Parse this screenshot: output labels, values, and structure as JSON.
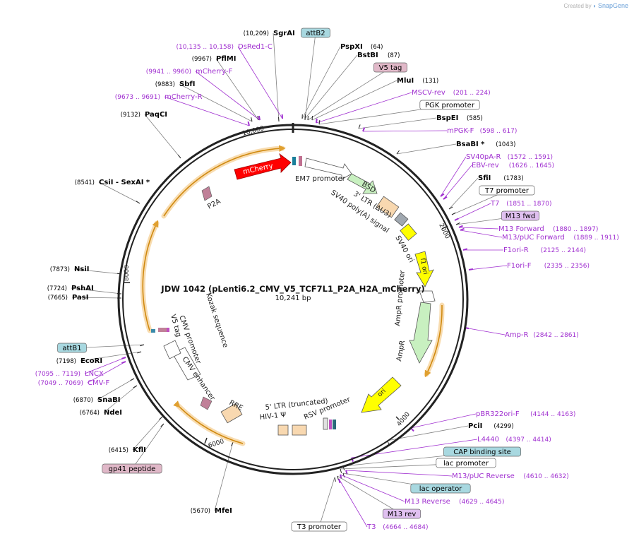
{
  "app": {
    "created_by": "Created by",
    "brand": "SnapGene"
  },
  "plasmid": {
    "name": "JDW 1042 (pLenti6.2_CMV_V5_TCF7L1_P2A_H2A_mCherry)",
    "size": "10,241 bp"
  },
  "colors": {
    "primer": "#a030d0",
    "enzyme": "#000000",
    "orange": "#f0b040",
    "cds_green": "#c8f0c0",
    "ltr_peach": "#f8d8b0",
    "yellow": "#ffff00",
    "red": "#ff0000",
    "blue_feature": "#a8d8e0",
    "pink_feature": "#e0b8c8",
    "purple_feature": "#e0c0f0"
  },
  "ticks": [
    "10,000",
    "2000",
    "4000",
    "6000",
    "8000"
  ],
  "labels": [
    {
      "pos": "(10,209)",
      "name": "SgrAI",
      "kind": "enzyme"
    },
    {
      "name": "attB2",
      "kind": "box",
      "box": "blue"
    },
    {
      "pos": "(10,135 .. 10,158)",
      "name": "DsRed1-C",
      "kind": "primer"
    },
    {
      "name": "PspXI",
      "pos": "(64)",
      "kind": "enzyme"
    },
    {
      "name": "BstBI",
      "pos": "(87)",
      "kind": "enzyme"
    },
    {
      "pos": "(9967)",
      "name": "PflMI",
      "kind": "enzyme"
    },
    {
      "name": "V5 tag",
      "kind": "box",
      "box": "pink"
    },
    {
      "pos": "(9941 .. 9960)",
      "name": "mCherry-F",
      "kind": "primer"
    },
    {
      "name": "MluI",
      "pos": "(131)",
      "kind": "enzyme"
    },
    {
      "pos": "(9883)",
      "name": "SbfI",
      "kind": "enzyme"
    },
    {
      "name": "MSCV-rev",
      "pos": "(201 .. 224)",
      "kind": "primer"
    },
    {
      "pos": "(9673 .. 9691)",
      "name": "mCherry-R",
      "kind": "primer"
    },
    {
      "name": "PGK promoter",
      "kind": "box",
      "box": "white"
    },
    {
      "pos": "(9132)",
      "name": "PaqCI",
      "kind": "enzyme"
    },
    {
      "name": "BspEI",
      "pos": "(585)",
      "kind": "enzyme"
    },
    {
      "name": "mPGK-F",
      "pos": "(598 .. 617)",
      "kind": "primer"
    },
    {
      "name": "BsaBI",
      "pos": "(1043)",
      "kind": "enzyme",
      "star": "*"
    },
    {
      "name": "SV40pA-R",
      "pos": "(1572 .. 1591)",
      "kind": "primer"
    },
    {
      "name": "EBV-rev",
      "pos": "(1626 .. 1645)",
      "kind": "primer"
    },
    {
      "pos": "(8541)",
      "name": "CsiI",
      "extra": "- SexAI",
      "star": "*",
      "kind": "enzyme"
    },
    {
      "name": "SfiI",
      "pos": "(1783)",
      "kind": "enzyme"
    },
    {
      "name": "T7 promoter",
      "kind": "box",
      "box": "white"
    },
    {
      "name": "T7",
      "pos": "(1851 .. 1870)",
      "kind": "primer"
    },
    {
      "name": "M13 fwd",
      "kind": "box",
      "box": "purple"
    },
    {
      "name": "M13 Forward",
      "pos": "(1880 .. 1897)",
      "kind": "primer"
    },
    {
      "name": "M13/pUC Forward",
      "pos": "(1889 .. 1911)",
      "kind": "primer"
    },
    {
      "name": "F1ori-R",
      "pos": "(2125 .. 2144)",
      "kind": "primer"
    },
    {
      "pos": "(7873)",
      "name": "NsiI",
      "kind": "enzyme"
    },
    {
      "name": "F1ori-F",
      "pos": "(2335 .. 2356)",
      "kind": "primer"
    },
    {
      "pos": "(7724)",
      "name": "PshAI",
      "kind": "enzyme"
    },
    {
      "pos": "(7665)",
      "name": "PasI",
      "kind": "enzyme"
    },
    {
      "name": "Amp-R",
      "pos": "(2842 .. 2861)",
      "kind": "primer"
    },
    {
      "name": "attB1",
      "kind": "box",
      "box": "blue"
    },
    {
      "pos": "(7198)",
      "name": "EcoRI",
      "kind": "enzyme"
    },
    {
      "pos": "(7095 .. 7119)",
      "name": "LNCX",
      "kind": "primer"
    },
    {
      "pos": "(7049 .. 7069)",
      "name": "CMV-F",
      "kind": "primer"
    },
    {
      "pos": "(6870)",
      "name": "SnaBI",
      "kind": "enzyme"
    },
    {
      "pos": "(6764)",
      "name": "NdeI",
      "kind": "enzyme"
    },
    {
      "name": "pBR322ori-F",
      "pos": "(4144 .. 4163)",
      "kind": "primer"
    },
    {
      "name": "PciI",
      "pos": "(4299)",
      "kind": "enzyme"
    },
    {
      "pos": "(6415)",
      "name": "KflI",
      "kind": "enzyme"
    },
    {
      "name": "L4440",
      "pos": "(4397 .. 4414)",
      "kind": "primer"
    },
    {
      "name": "CAP binding site",
      "kind": "box",
      "box": "blue"
    },
    {
      "name": "gp41 peptide",
      "kind": "box",
      "box": "pink"
    },
    {
      "name": "lac promoter",
      "kind": "box",
      "box": "white"
    },
    {
      "name": "M13/pUC Reverse",
      "pos": "(4610 .. 4632)",
      "kind": "primer"
    },
    {
      "name": "lac operator",
      "kind": "box",
      "box": "blue"
    },
    {
      "pos": "(5670)",
      "name": "MfeI",
      "kind": "enzyme"
    },
    {
      "name": "M13 Reverse",
      "pos": "(4629 .. 4645)",
      "kind": "primer"
    },
    {
      "name": "M13 rev",
      "kind": "box",
      "box": "purple"
    },
    {
      "name": "T3 promoter",
      "kind": "box",
      "box": "white"
    },
    {
      "name": "T3",
      "pos": "(4664 .. 4684)",
      "kind": "primer"
    }
  ],
  "features": [
    {
      "name": "mCherry"
    },
    {
      "name": "P2A"
    },
    {
      "name": "EM7 promoter"
    },
    {
      "name": "BSD"
    },
    {
      "name": "3' LTR (ΔU3)"
    },
    {
      "name": "SV40 poly(A) signal"
    },
    {
      "name": "SV40 ori"
    },
    {
      "name": "f1 ori"
    },
    {
      "name": "AmpR promoter"
    },
    {
      "name": "AmpR"
    },
    {
      "name": "ori"
    },
    {
      "name": "RSV promoter"
    },
    {
      "name": "5' LTR (truncated)"
    },
    {
      "name": "HIV-1 Ψ"
    },
    {
      "name": "RRE"
    },
    {
      "name": "CMV enhancer"
    },
    {
      "name": "CMV promoter"
    },
    {
      "name": "V5 tag"
    },
    {
      "name": "Kozak sequence"
    }
  ]
}
